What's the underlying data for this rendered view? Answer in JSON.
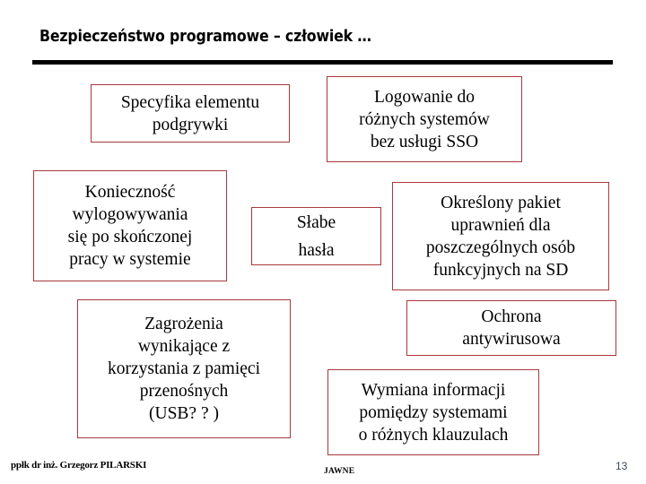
{
  "slide": {
    "title": "Bezpieczeństwo programowe –  człowiek …",
    "accent_border_color": "#a8393c",
    "rule_color": "#000000",
    "page_number_color": "#3b4a5a"
  },
  "boxes": [
    {
      "id": "spec",
      "text": "Specyfika elementu\npodgrywki"
    },
    {
      "id": "sso",
      "text": "Logowanie do\nróżnych systemów\nbez usługi SSO"
    },
    {
      "id": "wylog",
      "text": "Konieczność\nwylogowywania\nsię po skończonej\npracy w systemie"
    },
    {
      "id": "hasla",
      "text": "Słabe\nhasła"
    },
    {
      "id": "uprawn",
      "text": "Określony pakiet\nuprawnień dla\nposzczególnych osób\nfunkcyjnych na SD"
    },
    {
      "id": "usb",
      "text": "Zagrożenia\nwynikające z\nkorzystania z pamięci\nprzenośnych\n(USB? ? )"
    },
    {
      "id": "antywirus",
      "text": "Ochrona\nantywirusowa"
    },
    {
      "id": "wymiana",
      "text": "Wymiana informacji\npomiędzy systemami\no różnych klauzulach"
    }
  ],
  "footer": {
    "author": "ppłk dr inż. Grzegorz PILARSKI",
    "classification": "JAWNE",
    "page_number": "13"
  }
}
